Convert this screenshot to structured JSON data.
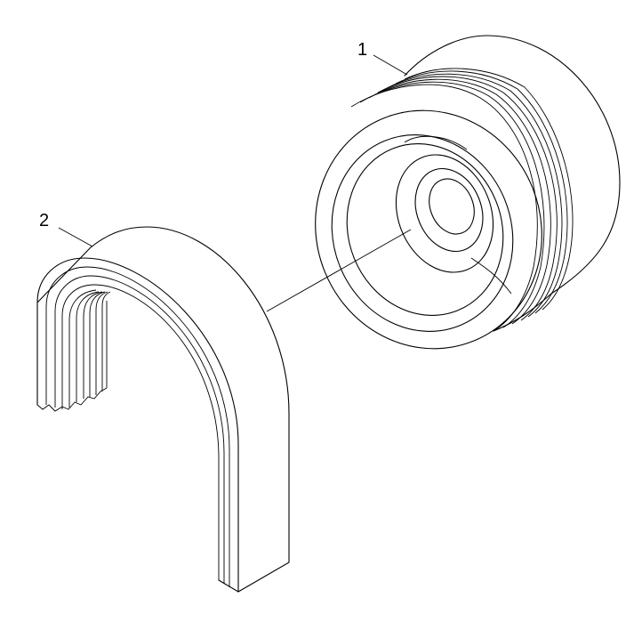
{
  "diagram": {
    "callouts": [
      {
        "id": "pulley",
        "label": "1"
      },
      {
        "id": "belt",
        "label": "2"
      }
    ]
  }
}
